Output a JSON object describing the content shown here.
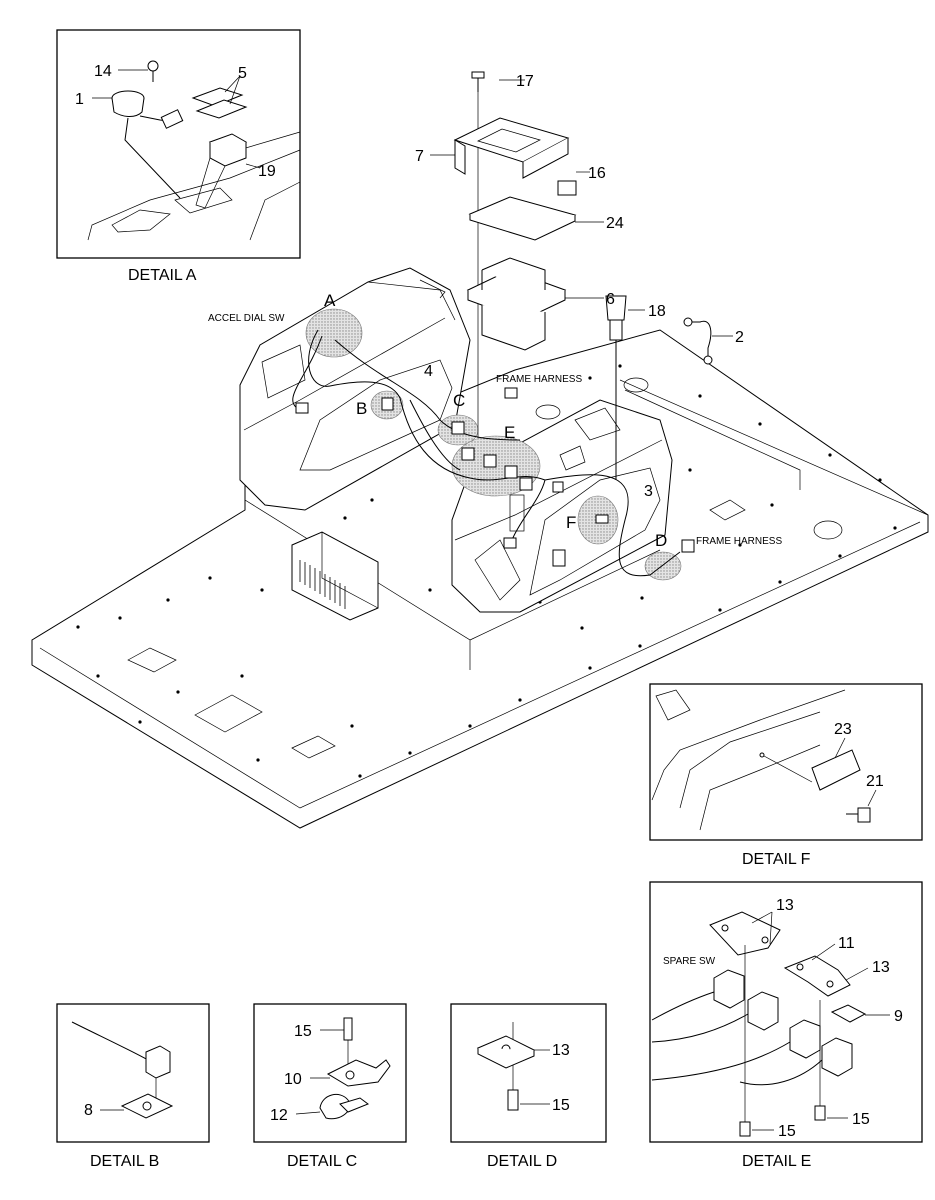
{
  "callouts": {
    "n1": "1",
    "n2": "2",
    "n3": "3",
    "n4": "4",
    "n5": "5",
    "n6": "6",
    "n7": "7",
    "n8": "8",
    "n9": "9",
    "n10": "10",
    "n11": "11",
    "n12": "12",
    "n13": "13",
    "n14": "14",
    "n15": "15",
    "n16": "16",
    "n17": "17",
    "n18": "18",
    "n19": "19",
    "n21": "21",
    "n23": "23",
    "n24": "24"
  },
  "details": {
    "a": "DETAIL A",
    "b": "DETAIL B",
    "c": "DETAIL C",
    "d": "DETAIL D",
    "e": "DETAIL E",
    "f": "DETAIL F"
  },
  "letters": {
    "A": "A",
    "B": "B",
    "C": "C",
    "D": "D",
    "E": "E",
    "F": "F"
  },
  "notes": {
    "accel_dial_sw": "ACCEL DIAL SW",
    "frame_harness_top": "FRAME HARNESS",
    "frame_harness_right": "FRAME HARNESS",
    "spare_sw": "SPARE SW"
  }
}
